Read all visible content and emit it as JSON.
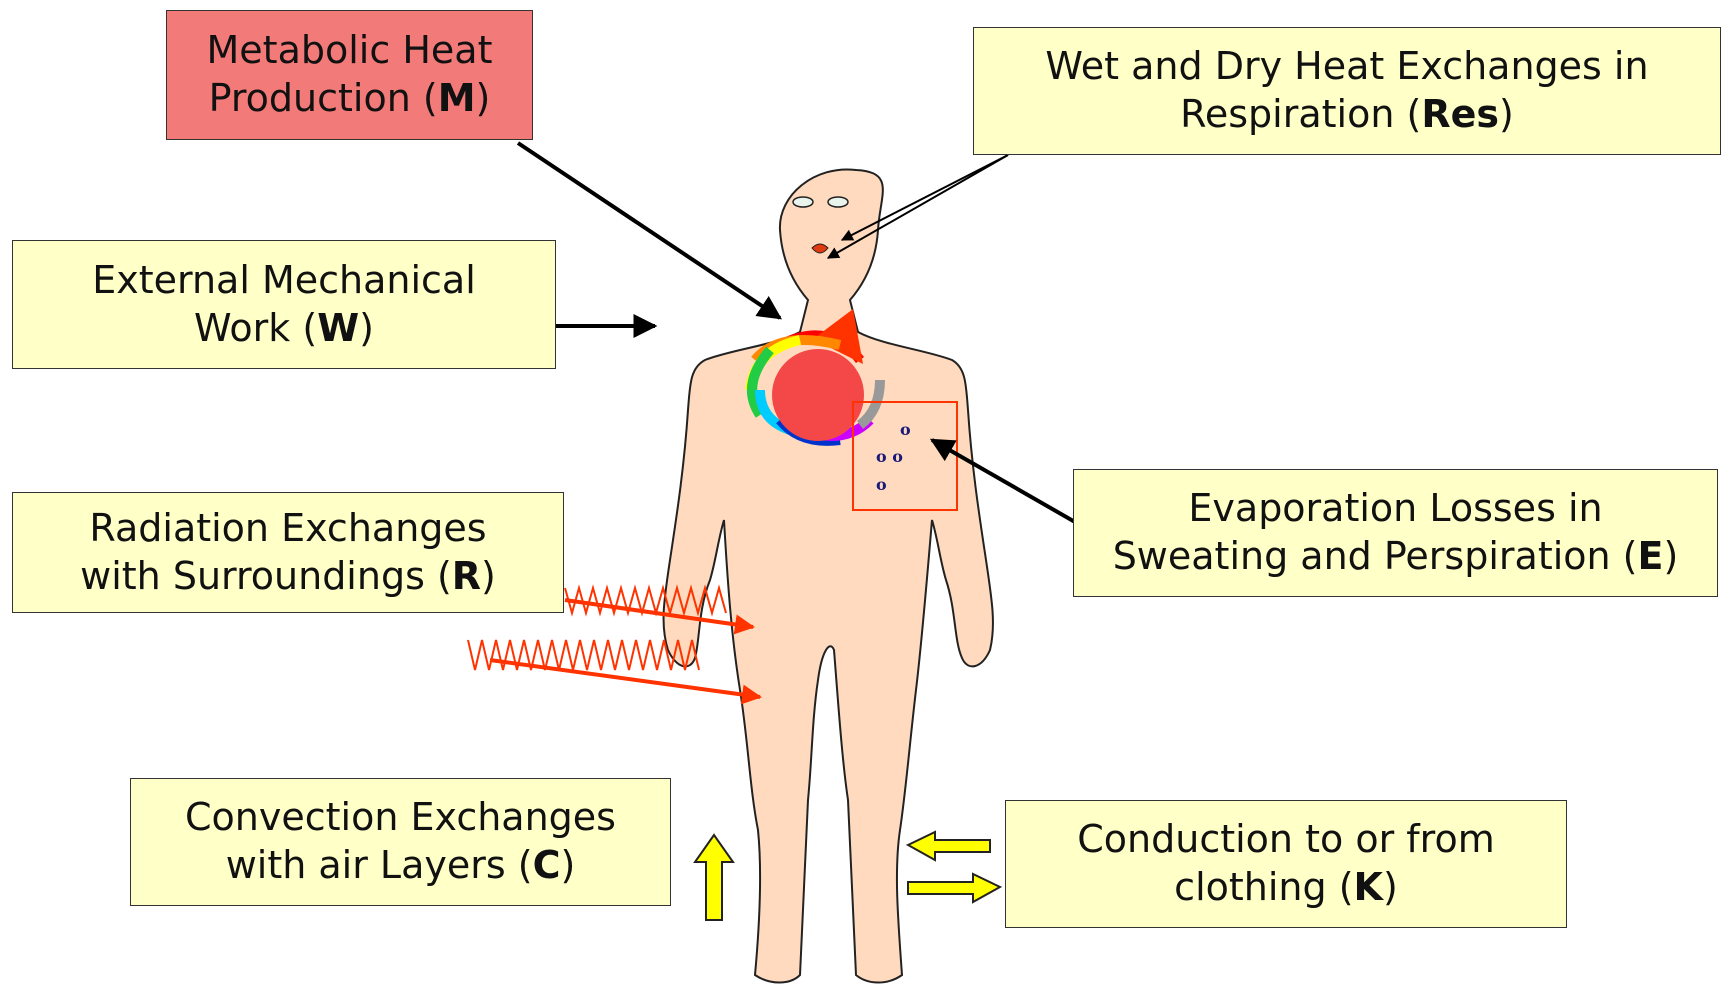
{
  "labels": {
    "metabolic": {
      "line1": "Metabolic Heat",
      "line2_prefix": "Production (",
      "symbol": "M",
      "suffix": ")"
    },
    "respiration": {
      "line1": "Wet and Dry Heat Exchanges in",
      "line2_prefix": "Respiration (",
      "symbol": "Res",
      "suffix": ")"
    },
    "work": {
      "line1": "External Mechanical",
      "line2_prefix": "Work (",
      "symbol": "W",
      "suffix": ")"
    },
    "evaporation": {
      "line1": "Evaporation Losses in",
      "line2_prefix": "Sweating and Perspiration (",
      "symbol": "E",
      "suffix": ")"
    },
    "radiation": {
      "line1": "Radiation Exchanges",
      "line2_prefix": "with Surroundings (",
      "symbol": "R",
      "suffix": ")"
    },
    "convection": {
      "line1": "Convection Exchanges",
      "line2_prefix": "with air Layers (",
      "symbol": "C",
      "suffix": ")"
    },
    "conduction": {
      "line1": "Conduction to or from",
      "line2_prefix": "clothing (",
      "symbol": "K",
      "suffix": ")"
    }
  },
  "colors": {
    "label_fill": "#ffffc8",
    "metabolic_fill": "#f27a78",
    "skin": "#ffdabe",
    "heart": "#f44848",
    "radiation_wave": "#ff3300",
    "convection_arrow": "#ffff00",
    "sweat_box": "#ff3300",
    "sweat_drops": "#1a1a7a"
  },
  "icons": [
    "human-body-figure",
    "swirl-arrows-icon",
    "wave-arrow-icon",
    "block-arrow-icon",
    "sweat-drop-icon"
  ]
}
